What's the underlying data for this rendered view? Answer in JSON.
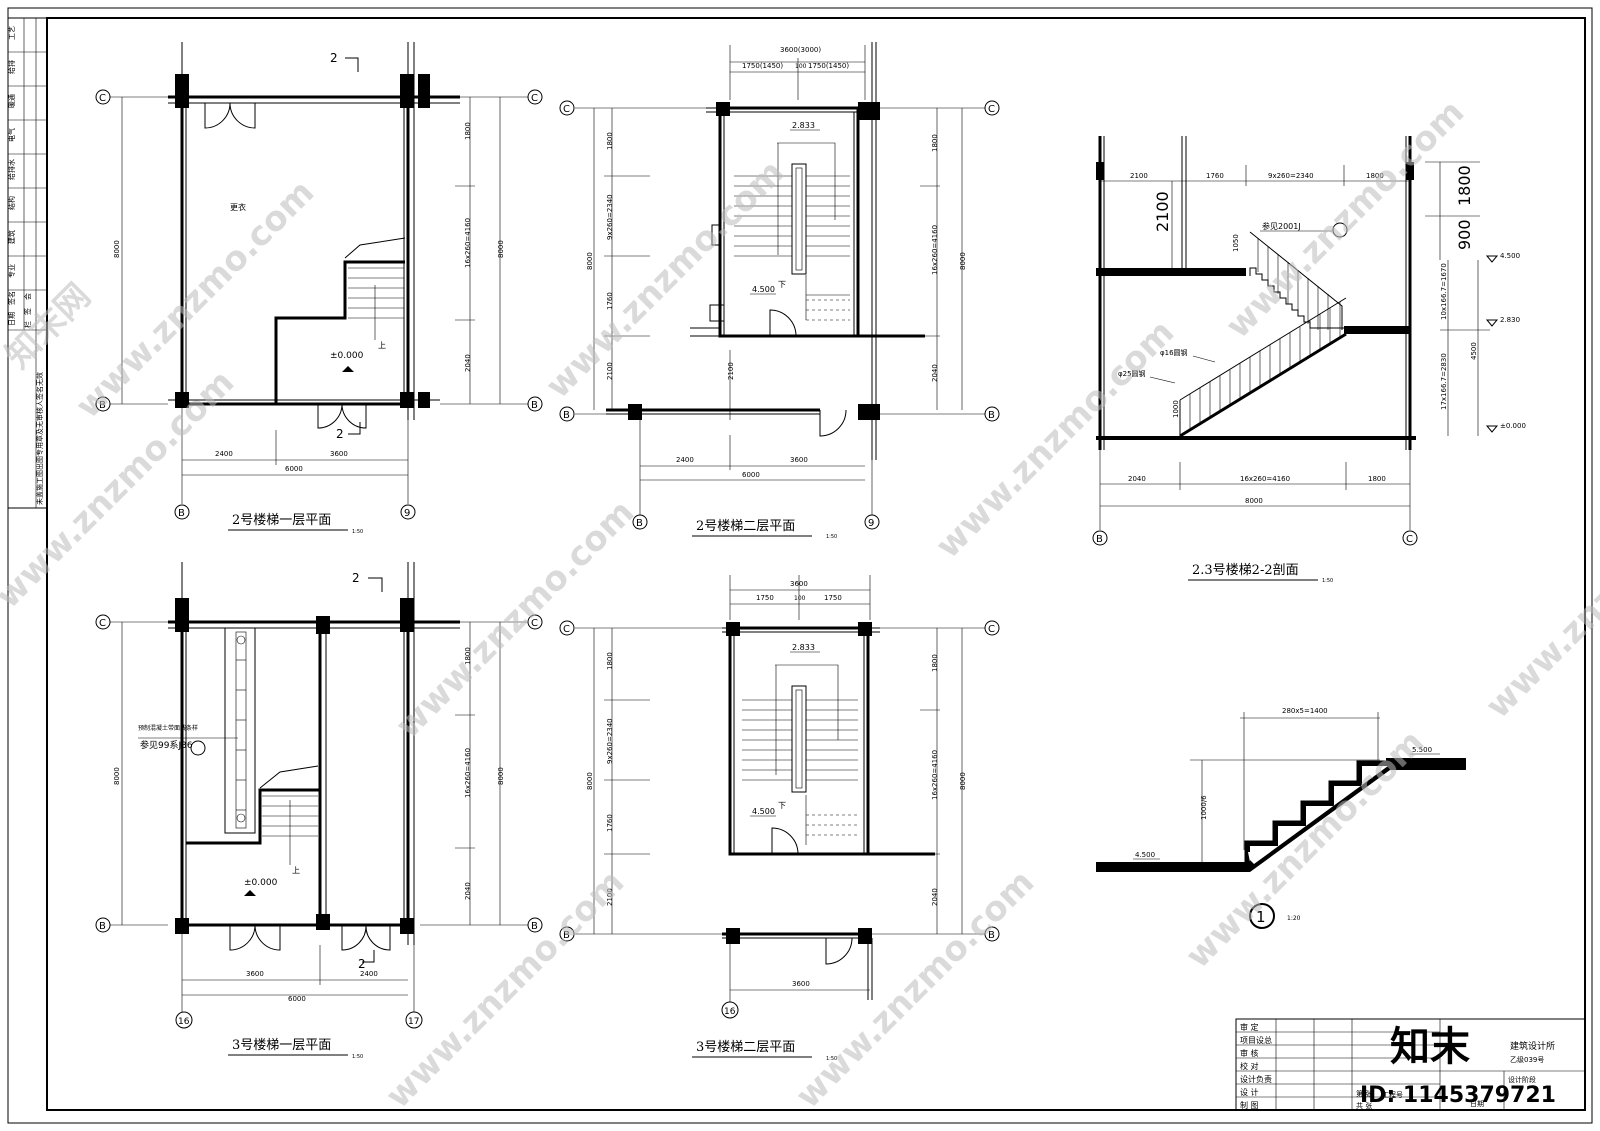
{
  "sidebar": {
    "cells": [
      "工艺",
      "给排",
      "暖通",
      "电气",
      "给排水",
      "结构",
      "建筑",
      "专业",
      "签名",
      "日期"
    ],
    "rows": [
      "会",
      "签",
      "栏"
    ],
    "note": "未盖施工图出图专用章及无审核人签名无效"
  },
  "drawings": {
    "d1": {
      "title": "2号楼梯一层平面",
      "scale": "1:50",
      "room_label": "更衣",
      "level": "±0.000",
      "up": "上",
      "dims": [
        "2400",
        "3600",
        "6000",
        "1800",
        "16x260=4160",
        "2040",
        "8000",
        "8000"
      ],
      "axes": [
        "C",
        "C",
        "B",
        "B",
        "B",
        "9"
      ],
      "cut": "2"
    },
    "d2": {
      "title": "2号楼梯二层平面",
      "scale": "1:50",
      "top_dims": [
        "3600(3000)",
        "1750(1450)",
        "100",
        "1750(1450)"
      ],
      "levels": [
        "2.833",
        "4.500"
      ],
      "down": "下",
      "dims": [
        "1800",
        "9x260=2340",
        "1760",
        "2100",
        "8000",
        "1800",
        "16x260=4160",
        "2040",
        "8000",
        "2400",
        "3600",
        "6000",
        "2100"
      ],
      "axes": [
        "C",
        "C",
        "B",
        "B",
        "B",
        "9"
      ]
    },
    "d3": {
      "title": "2.3号楼梯2-2剖面",
      "scale": "1:50",
      "top_dims": [
        "2100",
        "1760",
        "9x260=2340",
        "1800"
      ],
      "bottom_dims": [
        "2040",
        "16x260=4160",
        "1800",
        "8000"
      ],
      "big_dims": [
        "2100",
        "1800",
        "900",
        "1050",
        "1000"
      ],
      "right_dims": [
        "10x166.7=1670",
        "17x166.7=2830",
        "4500"
      ],
      "levels": [
        "4.500",
        "2.830",
        "±0.000"
      ],
      "notes": [
        "参见2001J",
        "φ16圆钢",
        "φ25圆钢"
      ],
      "axes": [
        "B",
        "C"
      ]
    },
    "d4": {
      "title": "3号楼梯一层平面",
      "scale": "1:50",
      "note1": "预制混凝土带面线条样",
      "note2": "参见99系J36",
      "level": "±0.000",
      "up": "上",
      "dims": [
        "3600",
        "2400",
        "6000",
        "1800",
        "16x260=4160",
        "2040",
        "8000",
        "8000"
      ],
      "axes": [
        "C",
        "C",
        "B",
        "B",
        "16",
        "17"
      ],
      "cut": "2"
    },
    "d5": {
      "title": "3号楼梯二层平面",
      "scale": "1:50",
      "top_dims": [
        "3600",
        "1750",
        "100",
        "1750"
      ],
      "levels": [
        "2.833",
        "4.500"
      ],
      "down": "下",
      "dims": [
        "1800",
        "9x260=2340",
        "1760",
        "2100",
        "8000",
        "1800",
        "16x260=4160",
        "2040",
        "8000",
        "3600"
      ],
      "axes": [
        "C",
        "C",
        "B",
        "B",
        "16"
      ]
    },
    "d6": {
      "label": "1",
      "scale": "1:20",
      "dim": "280x5=1400",
      "vdim": "1000/6",
      "levels": [
        "5.500",
        "4.500"
      ]
    }
  },
  "titleblock": {
    "rows": [
      "审 定",
      "项目设总",
      "审 核",
      "校 对",
      "设计负责",
      "设 计",
      "制 图"
    ],
    "company": "建筑设计所",
    "license": "乙级039号",
    "stage": "设计阶段",
    "project": "工程号",
    "sheet_label": "第 张",
    "total_label": "共 张",
    "date": "日期"
  },
  "watermarks": {
    "site": "www.znzmo.com",
    "brand": "知末网",
    "logo": "知末",
    "id": "ID: 1145379721"
  }
}
